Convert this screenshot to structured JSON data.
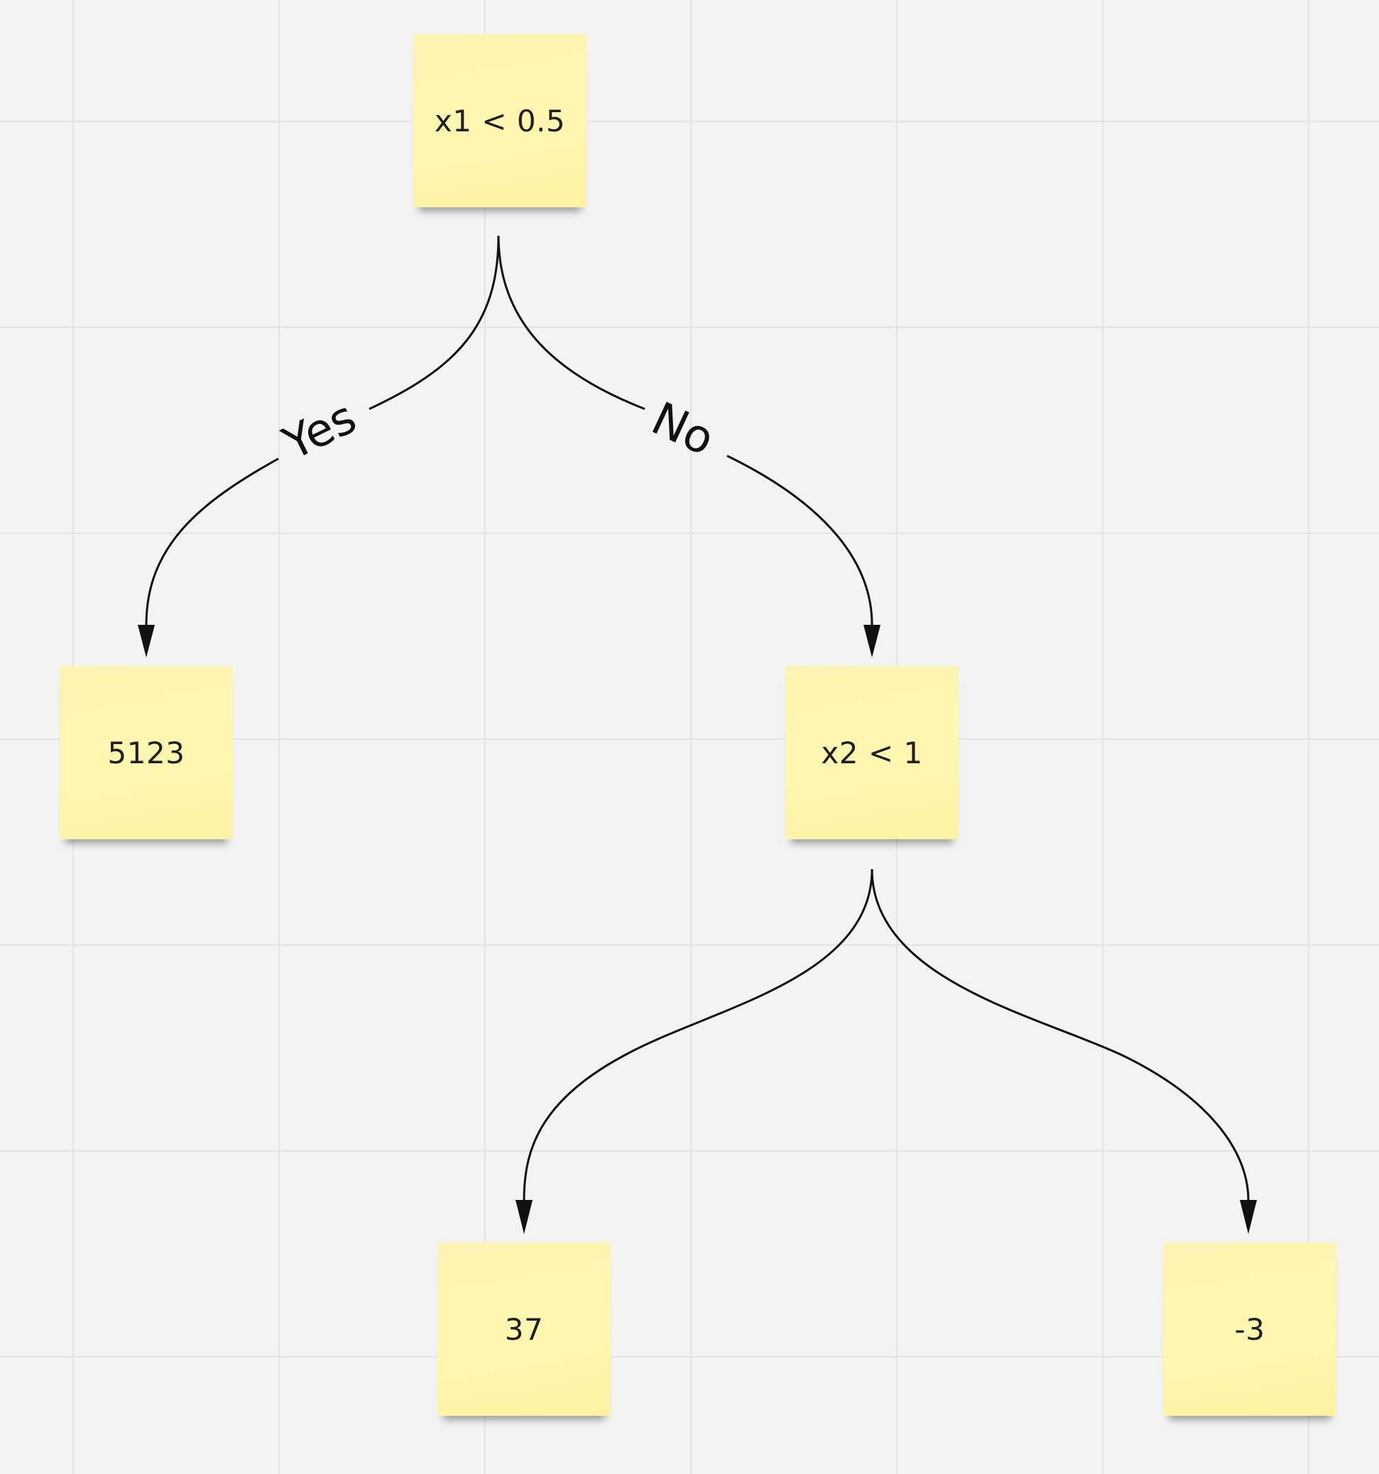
{
  "diagram": {
    "nodes": {
      "root": {
        "label": "x1 < 0.5"
      },
      "leaf_yes": {
        "label": "5123"
      },
      "split_no": {
        "label": "x2 < 1"
      },
      "leaf_37": {
        "label": "37"
      },
      "leaf_neg3": {
        "label": "-3"
      }
    },
    "edges": {
      "root_yes": {
        "label": "Yes"
      },
      "root_no": {
        "label": "No"
      }
    }
  },
  "colors": {
    "background": "#f3f3f3",
    "sticky_note": "#fff7b0",
    "connector": "#111111"
  }
}
